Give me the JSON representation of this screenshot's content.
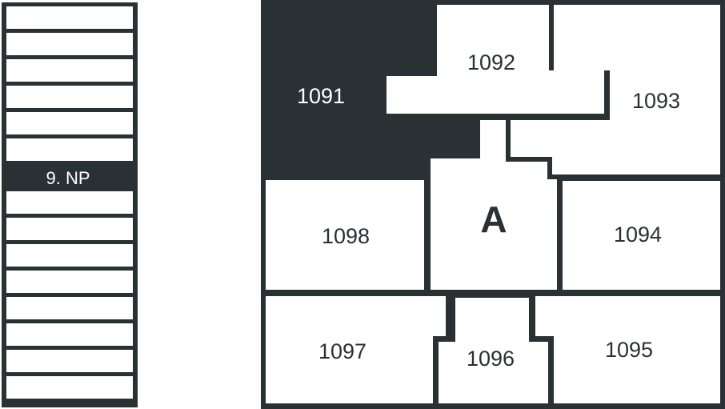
{
  "colors": {
    "wall": "#293135",
    "selected": "#293135",
    "room": "#ffffff"
  },
  "floor_selector": {
    "current_label": "9. NP",
    "floors_above": 6,
    "floors_below": 8
  },
  "plan": {
    "core_label": "A",
    "selected_unit": "1091",
    "units": [
      "1091",
      "1092",
      "1093",
      "1094",
      "1095",
      "1096",
      "1097",
      "1098"
    ]
  }
}
